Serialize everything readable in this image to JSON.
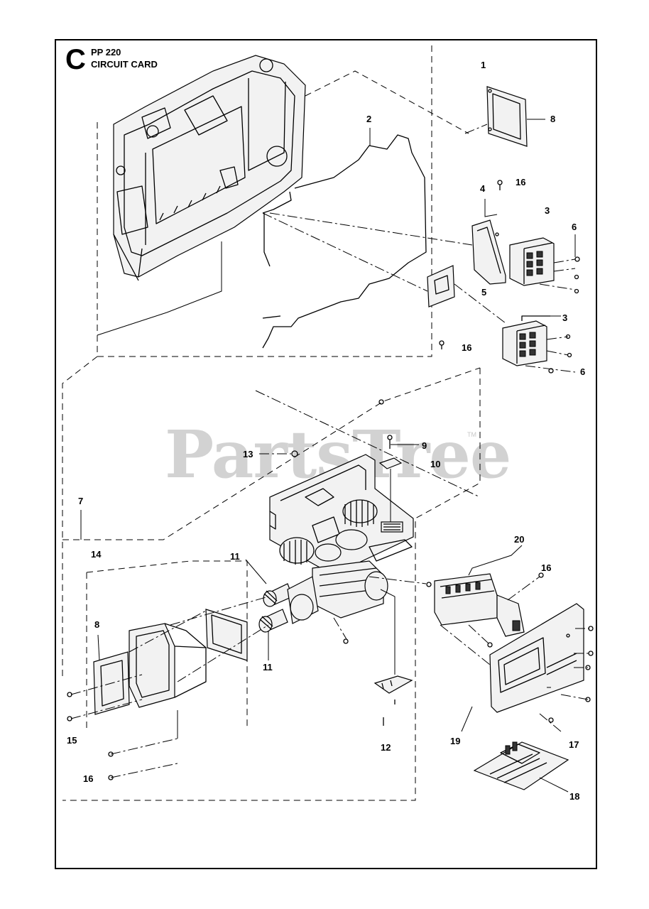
{
  "section": {
    "letter": "C",
    "model": "PP 220",
    "subtitle": "CIRCUIT CARD"
  },
  "watermark": {
    "text": "PartsTree",
    "trademark": "TM"
  },
  "callouts": [
    {
      "id": "c1",
      "label": "1"
    },
    {
      "id": "c2",
      "label": "2"
    },
    {
      "id": "c3a",
      "label": "3"
    },
    {
      "id": "c3b",
      "label": "3"
    },
    {
      "id": "c4",
      "label": "4"
    },
    {
      "id": "c5",
      "label": "5"
    },
    {
      "id": "c6a",
      "label": "6"
    },
    {
      "id": "c6b",
      "label": "6"
    },
    {
      "id": "c7",
      "label": "7"
    },
    {
      "id": "c8a",
      "label": "8"
    },
    {
      "id": "c8b",
      "label": "8"
    },
    {
      "id": "c9",
      "label": "9"
    },
    {
      "id": "c10",
      "label": "10"
    },
    {
      "id": "c11a",
      "label": "11"
    },
    {
      "id": "c11b",
      "label": "11"
    },
    {
      "id": "c12",
      "label": "12"
    },
    {
      "id": "c13",
      "label": "13"
    },
    {
      "id": "c14",
      "label": "14"
    },
    {
      "id": "c15",
      "label": "15"
    },
    {
      "id": "c16a",
      "label": "16"
    },
    {
      "id": "c16b",
      "label": "16"
    },
    {
      "id": "c16c",
      "label": "16"
    },
    {
      "id": "c16d",
      "label": "16"
    },
    {
      "id": "c17",
      "label": "17"
    },
    {
      "id": "c18",
      "label": "18"
    },
    {
      "id": "c19",
      "label": "19"
    },
    {
      "id": "c20",
      "label": "20"
    }
  ]
}
